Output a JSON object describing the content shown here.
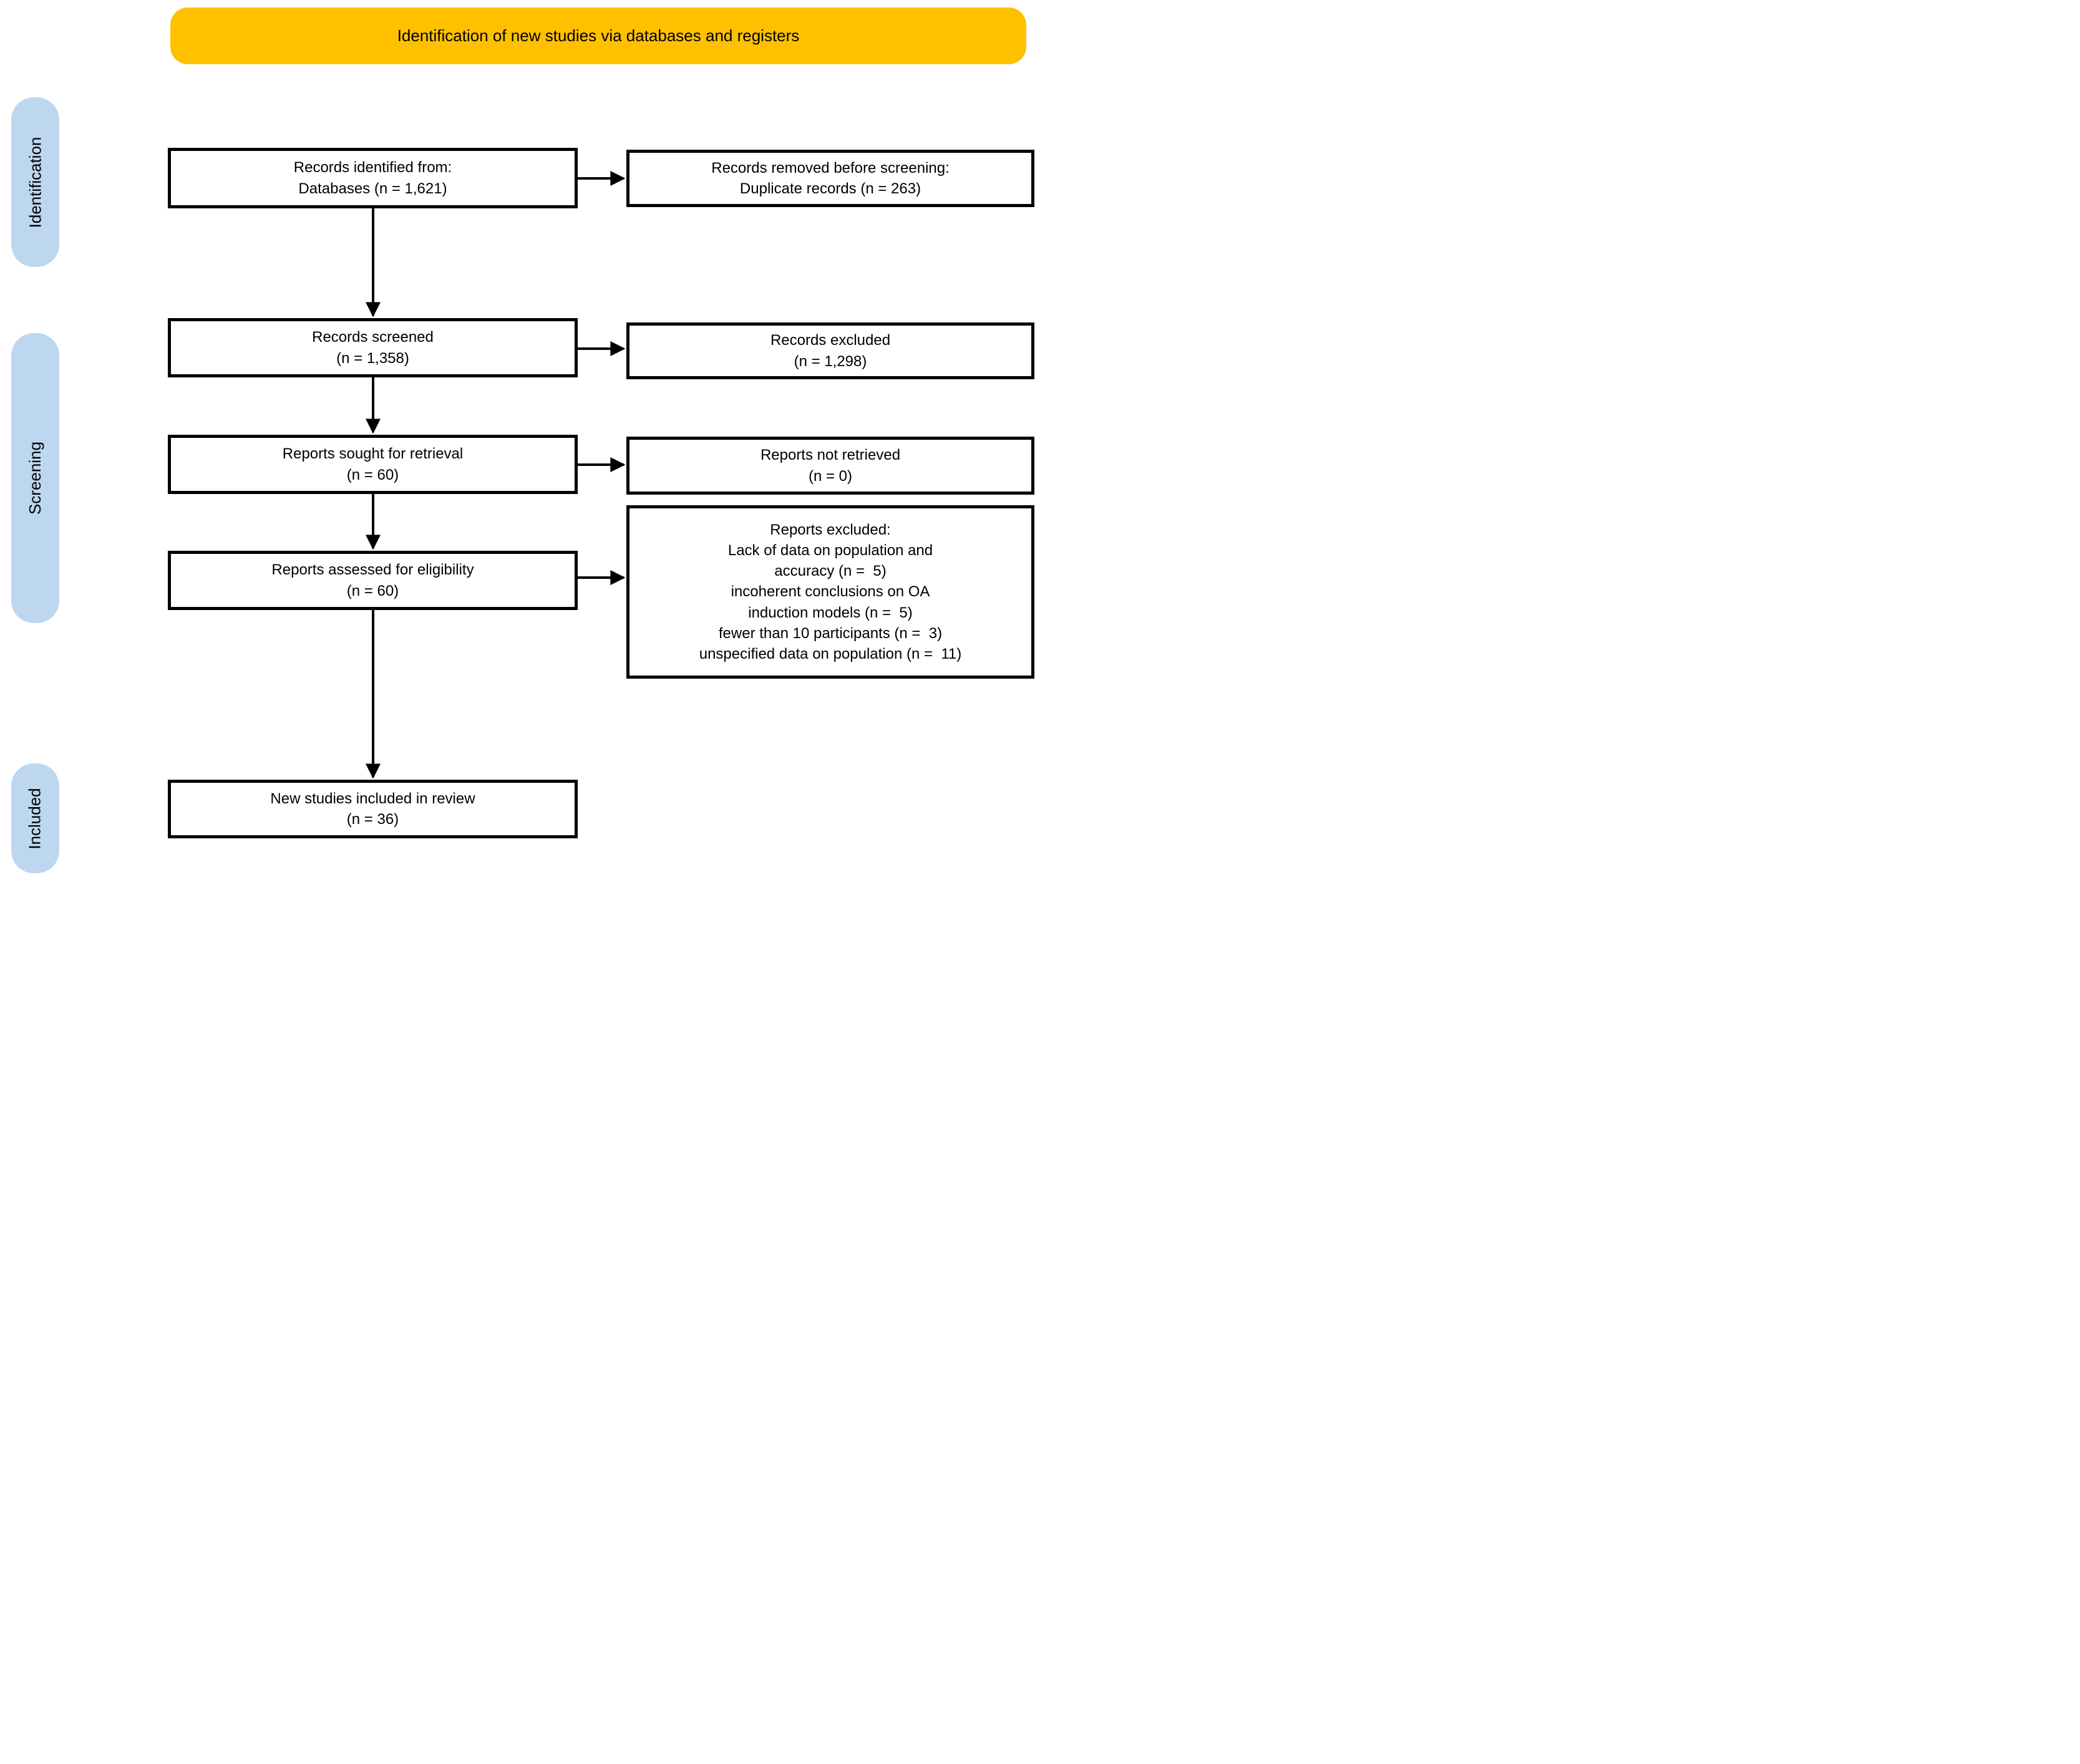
{
  "banner": {
    "label": "Identification of new studies via databases and registers"
  },
  "stages": [
    {
      "label": "Identification"
    },
    {
      "label": "Screening"
    },
    {
      "label": "Included"
    }
  ],
  "boxes": {
    "records_identified": {
      "lines": [
        "Records identified from:",
        "Databases (n = 1,621)"
      ]
    },
    "records_removed": {
      "lines": [
        "Records removed before screening:",
        "Duplicate records (n = 263)"
      ]
    },
    "records_screened": {
      "lines": [
        "Records screened",
        "(n = 1,358)"
      ]
    },
    "records_excluded": {
      "lines": [
        "Records excluded",
        "(n = 1,298)"
      ]
    },
    "reports_sought": {
      "lines": [
        "Reports sought for retrieval",
        "(n = 60)"
      ]
    },
    "reports_not_retrieved": {
      "lines": [
        "Reports not retrieved",
        "(n = 0)"
      ]
    },
    "reports_assessed": {
      "lines": [
        "Reports assessed for eligibility",
        "(n = 60)"
      ]
    },
    "reports_excluded": {
      "lines": [
        "Reports excluded:",
        "Lack of data on population and",
        "accuracy (n =  5)",
        "incoherent conclusions on OA",
        "induction models (n =  5)",
        "fewer than 10 participants (n =  3)",
        "unspecified data on population (n =  11)"
      ]
    },
    "new_studies_included": {
      "lines": [
        "New studies included in review",
        "(n = 36)"
      ]
    }
  },
  "colors": {
    "banner_fill": "#FFC000",
    "stage_fill": "#BDD7EE",
    "box_border": "#000000",
    "arrow": "#000000",
    "text": "#000000"
  }
}
